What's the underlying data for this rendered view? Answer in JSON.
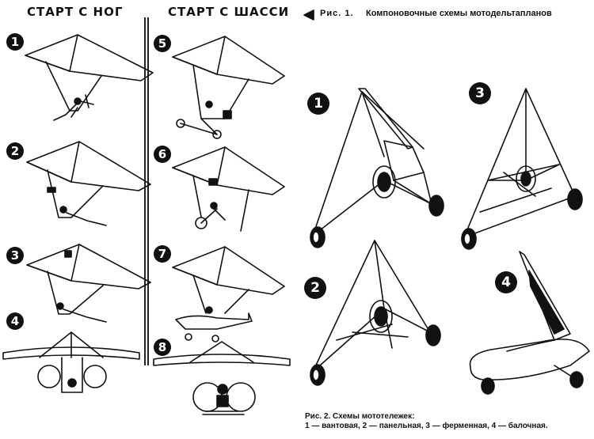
{
  "left_panel": {
    "col_left_title": "СТАРТ С НОГ",
    "col_right_title": "СТАРТ С ШАССИ",
    "badges": [
      "1",
      "2",
      "3",
      "4",
      "5",
      "6",
      "7",
      "8"
    ]
  },
  "fig1_caption": {
    "prefix": "Рис. 1.",
    "text": "Компоновочные схемы мотодельтапланов"
  },
  "right_panel": {
    "badges": [
      "1",
      "2",
      "3",
      "4"
    ]
  },
  "fig2_caption": {
    "line1": "Рис. 2. Схемы мототележек:",
    "line2": "1 — вантовая, 2 — панельная, 3 — ферменная, 4 — балочная."
  }
}
